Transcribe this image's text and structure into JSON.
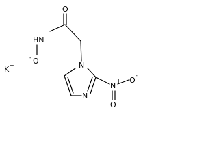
{
  "molecule": {
    "atoms": {
      "carbonyl_oxygen": "O",
      "amide_nh": "HN",
      "hydroxamate_o": "O",
      "hydroxamate_o_charge": "-",
      "potassium": "K",
      "potassium_charge": "+",
      "ring_n1": "N",
      "ring_n3": "N",
      "nitro_n": "N",
      "nitro_n_charge": "+",
      "nitro_o_right": "O",
      "nitro_o_right_charge": "-",
      "nitro_o_bottom": "O"
    },
    "colors": {
      "bonds": "#000000",
      "labels": "#000000",
      "background": "#ffffff"
    }
  }
}
